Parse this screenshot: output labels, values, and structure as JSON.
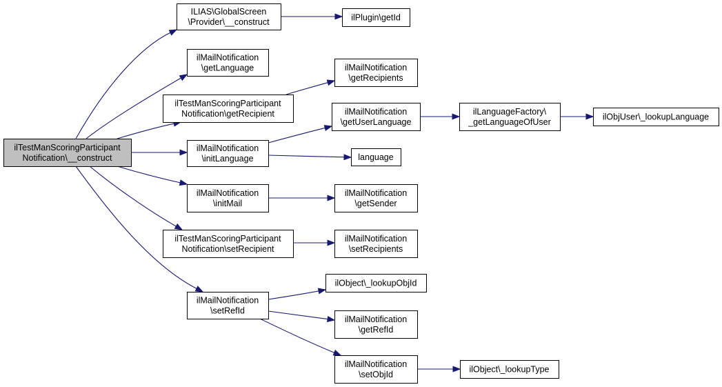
{
  "colors": {
    "edge": "#191970",
    "root_fill": "#bfbfbf",
    "node_fill": "#ffffff",
    "node_border": "#000000"
  },
  "nodes": {
    "root": {
      "lines": [
        "ilTestManScoringParticipant",
        "Notification\\__construct"
      ]
    },
    "provider": {
      "lines": [
        "ILIAS\\GlobalScreen",
        "\\Provider\\__construct"
      ]
    },
    "plugin": {
      "lines": [
        "ilPlugin\\getId"
      ]
    },
    "getlang": {
      "lines": [
        "ilMailNotification",
        "\\getLanguage"
      ]
    },
    "getrecip": {
      "lines": [
        "ilTestManScoringParticipant",
        "Notification\\getRecipient"
      ]
    },
    "getrecips": {
      "lines": [
        "ilMailNotification",
        "\\getRecipients"
      ]
    },
    "getuserlang": {
      "lines": [
        "ilMailNotification",
        "\\getUserLanguage"
      ]
    },
    "langfactory": {
      "lines": [
        "ilLanguageFactory\\",
        "_getLanguageOfUser"
      ]
    },
    "objuserlang": {
      "lines": [
        "ilObjUser\\_lookupLanguage"
      ]
    },
    "initlang": {
      "lines": [
        "ilMailNotification",
        "\\initLanguage"
      ]
    },
    "language": {
      "lines": [
        "language"
      ]
    },
    "initmail": {
      "lines": [
        "ilMailNotification",
        "\\initMail"
      ]
    },
    "getsender": {
      "lines": [
        "ilMailNotification",
        "\\getSender"
      ]
    },
    "setrecip": {
      "lines": [
        "ilTestManScoringParticipant",
        "Notification\\setRecipient"
      ]
    },
    "setrecips": {
      "lines": [
        "ilMailNotification",
        "\\setRecipients"
      ]
    },
    "setrefid": {
      "lines": [
        "ilMailNotification",
        "\\setRefId"
      ]
    },
    "lookupobjid": {
      "lines": [
        "ilObject\\_lookupObjId"
      ]
    },
    "getrefid": {
      "lines": [
        "ilMailNotification",
        "\\getRefId"
      ]
    },
    "setobjid": {
      "lines": [
        "ilMailNotification",
        "\\setObjId"
      ]
    },
    "lookuptype": {
      "lines": [
        "ilObject\\_lookupType"
      ]
    }
  },
  "edges": [
    {
      "from": "root",
      "to": "provider"
    },
    {
      "from": "root",
      "to": "getlang"
    },
    {
      "from": "root",
      "to": "getrecip"
    },
    {
      "from": "root",
      "to": "initlang"
    },
    {
      "from": "root",
      "to": "initmail"
    },
    {
      "from": "root",
      "to": "setrecip"
    },
    {
      "from": "root",
      "to": "setrefid"
    },
    {
      "from": "provider",
      "to": "plugin"
    },
    {
      "from": "getrecip",
      "to": "getrecips"
    },
    {
      "from": "initlang",
      "to": "getuserlang"
    },
    {
      "from": "initlang",
      "to": "language"
    },
    {
      "from": "getuserlang",
      "to": "langfactory"
    },
    {
      "from": "langfactory",
      "to": "objuserlang"
    },
    {
      "from": "initmail",
      "to": "getsender"
    },
    {
      "from": "setrecip",
      "to": "setrecips"
    },
    {
      "from": "setrefid",
      "to": "lookupobjid"
    },
    {
      "from": "setrefid",
      "to": "getrefid"
    },
    {
      "from": "setrefid",
      "to": "setobjid"
    },
    {
      "from": "setobjid",
      "to": "lookuptype"
    }
  ]
}
